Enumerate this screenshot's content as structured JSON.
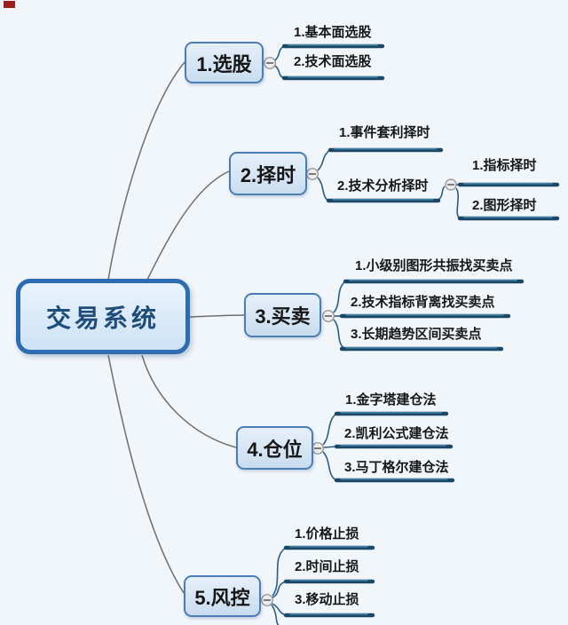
{
  "root": {
    "label": "交易系统"
  },
  "branches": [
    {
      "label": "1.选股",
      "children": [
        {
          "label": "1.基本面选股"
        },
        {
          "label": "2.技术面选股"
        }
      ]
    },
    {
      "label": "2.择时",
      "children": [
        {
          "label": "1.事件套利择时"
        },
        {
          "label": "2.技术分析择时",
          "children": [
            {
              "label": "1.指标择时"
            },
            {
              "label": "2.图形择时"
            }
          ]
        }
      ]
    },
    {
      "label": "3.买卖",
      "children": [
        {
          "label": "1.小级别图形共振找买卖点"
        },
        {
          "label": "2.技术指标背离找买卖点"
        },
        {
          "label": "3.长期趋势区间买卖点"
        }
      ]
    },
    {
      "label": "4.仓位",
      "children": [
        {
          "label": "1.金字塔建仓法"
        },
        {
          "label": "2.凯利公式建仓法"
        },
        {
          "label": "3.马丁格尔建仓法"
        }
      ]
    },
    {
      "label": "5.风控",
      "children": [
        {
          "label": "1.价格止损"
        },
        {
          "label": "2.时间止损"
        },
        {
          "label": "3.移动止损"
        }
      ]
    }
  ],
  "icons": {
    "collapse": "minus-in-circle"
  },
  "colors": {
    "background": "#f1f6fa",
    "root_border": "#2e6cb0",
    "root_fill_top": "#eaf3fc",
    "root_fill_bottom": "#cde2f5",
    "root_text": "#1e4d7b",
    "branch_border": "#4a7db5",
    "branch_fill_top": "#e6eff9",
    "branch_fill_bottom": "#c9ddf0",
    "leaf_line": "#1b4866",
    "leaf_line_highlight": "#4e94ba",
    "connector_root": "#6f6f6f",
    "connector_branch": "#2b5d84",
    "collapse_fill": "#ececec",
    "collapse_border": "#8a8a8a",
    "text": "#161616",
    "corner_mark": "#a01d1d"
  }
}
